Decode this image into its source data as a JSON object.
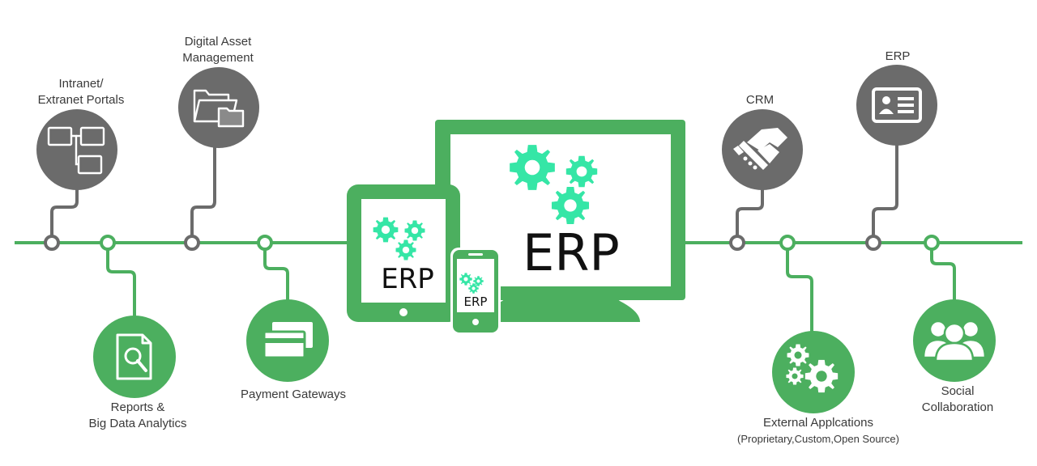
{
  "colors": {
    "green": "#4caf5f",
    "grey": "#6b6b6b",
    "mint": "#35e6a6",
    "text": "#3a3a3a",
    "dark": "#111111"
  },
  "devices": {
    "monitor_text": "ERP",
    "tablet_text": "ERP",
    "phone_text": "ERP"
  },
  "nodes": {
    "intranet": {
      "line1": "Intranet/",
      "line2": "Extranet Portals",
      "icon": "monitors-network-icon"
    },
    "dam": {
      "line1": "Digital Asset",
      "line2": "Management",
      "icon": "folders-icon"
    },
    "reports": {
      "line1": "Reports &",
      "line2": "Big Data Analytics",
      "icon": "report-magnifier-icon"
    },
    "payments": {
      "line1": "Payment Gateways",
      "icon": "cards-icon"
    },
    "crm": {
      "line1": "CRM",
      "icon": "handshake-icon"
    },
    "erp": {
      "line1": "ERP",
      "icon": "id-card-icon"
    },
    "external": {
      "line1": "External Applcations",
      "line2": "(Proprietary,Custom,Open Source)",
      "icon": "gears-icon"
    },
    "social": {
      "line1": "Social",
      "line2": "Collaboration",
      "icon": "people-icon"
    }
  }
}
